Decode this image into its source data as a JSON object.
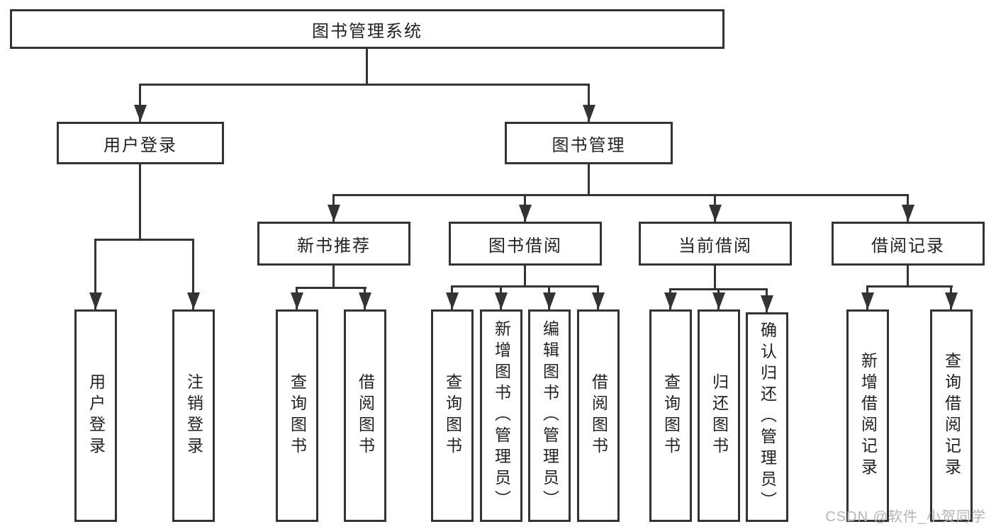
{
  "diagram": {
    "root": {
      "label": "图书管理系统"
    },
    "branches": [
      {
        "label": "用户登录",
        "leaves": [
          "用户登录",
          "注销登录"
        ]
      },
      {
        "label": "图书管理",
        "sections": [
          {
            "label": "新书推荐",
            "leaves": [
              "查询图书",
              "借阅图书"
            ]
          },
          {
            "label": "图书借阅",
            "leaves": [
              "查询图书",
              "新增图书（管理员）",
              "编辑图书（管理员）",
              "借阅图书"
            ]
          },
          {
            "label": "当前借阅",
            "leaves": [
              "查询图书",
              "归还图书",
              "确认归还（管理员）"
            ]
          },
          {
            "label": "借阅记录",
            "leaves": [
              "新增借阅记录",
              "查询借阅记录"
            ]
          }
        ]
      }
    ]
  },
  "watermark": {
    "text": "CSDN @软件_小贺同学"
  },
  "colors": {
    "line": "#333333",
    "node_text": "#222222",
    "watermark_text": "#b5b5b5",
    "background": "#ffffff"
  }
}
